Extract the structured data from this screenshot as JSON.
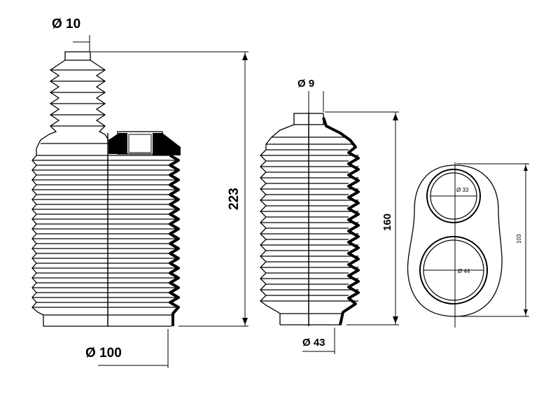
{
  "diagram": {
    "boot_1": {
      "top_diameter_label": "Ø 10",
      "bottom_diameter_label": "Ø 100",
      "height_label": "223"
    },
    "boot_2": {
      "top_diameter_label": "Ø 9",
      "bottom_diameter_label": "Ø 43",
      "height_label": "160"
    },
    "flange": {
      "small_hole_label": "Ø 33",
      "large_hole_label": "Ø 44",
      "height_label": "103"
    }
  }
}
